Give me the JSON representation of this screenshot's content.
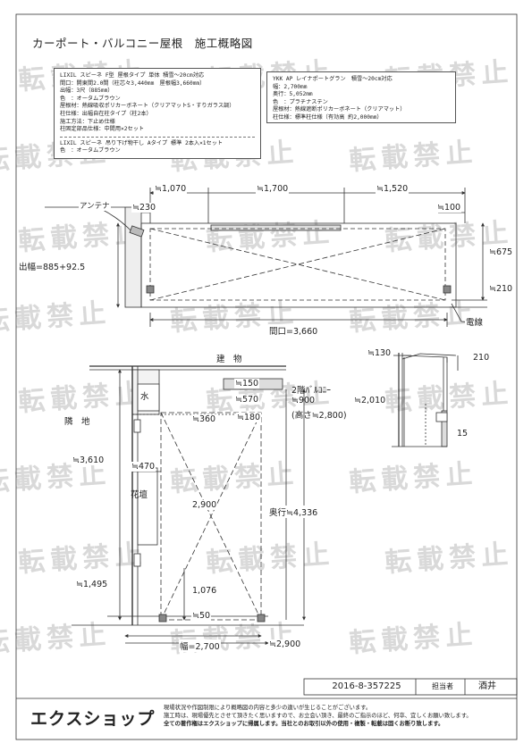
{
  "title": "カーポート・バルコニー屋根　施工概略図",
  "watermark": "転載禁止",
  "spec_carport": [
    "LIXIL スピーネ F型 屋根タイプ 単体 積雪〜20cm対応",
    "間口：開東間2.0間（柱芯々3,440mm　屋根幅3,660mm）",
    "出幅：3尺（885mm）",
    "色　：オータムブラウン",
    "屋根材：熱線吸収ポリカーボネート（クリアマットS・すりガラス調）",
    "柱仕様：出幅自在柱タイプ（柱2本）",
    "施工方法：下止め仕様",
    "柱固定部品仕様：中間用×2セット"
  ],
  "spec_extra": [
    "LIXIL スピーネ 吊り下げ物干し Aタイプ 標準 2本入×1セット",
    "色　：オータムブラウン"
  ],
  "spec_balcony": [
    "YKK AP レイナポートグラン　積雪〜20cm対応",
    "幅：2,700mm",
    "奥行：5,052mm",
    "色　：プラチナステン",
    "屋根材：熱線遮断ポリカーボネート（クリアマット）",
    "柱仕様：標準柱仕様（有効高 約2,000mm）"
  ],
  "labels": {
    "antenna": "アンテナ",
    "dim_1070": "≒1,070",
    "dim_1700": "≒1,700",
    "dim_1520": "≒1,520",
    "dim_230": "≒230",
    "dim_100": "≒100",
    "projection": "出幅=885+92.5",
    "dim_675": "≒675",
    "dim_210a": "≒210",
    "width_3660": "間口=3,660",
    "power_line": "電線",
    "building": "建　物",
    "water": "水",
    "neighbor": "隣　地",
    "dim_150": "≒150",
    "dim_570": "≒570",
    "balcony": "2階ﾊﾞﾙｺﾆｰ",
    "dim_900": "≒900",
    "height_2800": "(高さ≒2,800)",
    "dim_2010": "≒2,010",
    "dim_360": "≒360",
    "dim_180": "≒180",
    "dim_3610": "≒3,610",
    "dim_470": "≒470",
    "flowerbed": "花壇",
    "dim_2900a": "2,900",
    "depth_4336": "奥行≒4,336",
    "dim_1495": "≒1,495",
    "dim_1076": "1,076",
    "dim_50": "≒50",
    "width_2700": "幅=2,700",
    "dim_2900b": "≒2,900",
    "dim_130": "≒130",
    "dim_210b": "210",
    "dim_15": "15"
  },
  "footer": {
    "date_code": "2016-8-357225",
    "role": "担当者",
    "person": "酒井",
    "logo": "エクスショップ",
    "notes": [
      "現場状況や作図制限により概略図の内容と多少の違いが生じることがございます。",
      "施工時は、現場優先とさせて頂きたく思いますので、お立会い頂き、最終のご指示のほど、何卒、宜しくお願い致します。",
      "全ての著作権はエクスショップに帰属します。当社とのお取引以外の使用・複製・転載は固くお断り致します。"
    ]
  },
  "colors": {
    "line": "#333333",
    "watermark": "#d9d9d9",
    "accent": "#c00000"
  }
}
